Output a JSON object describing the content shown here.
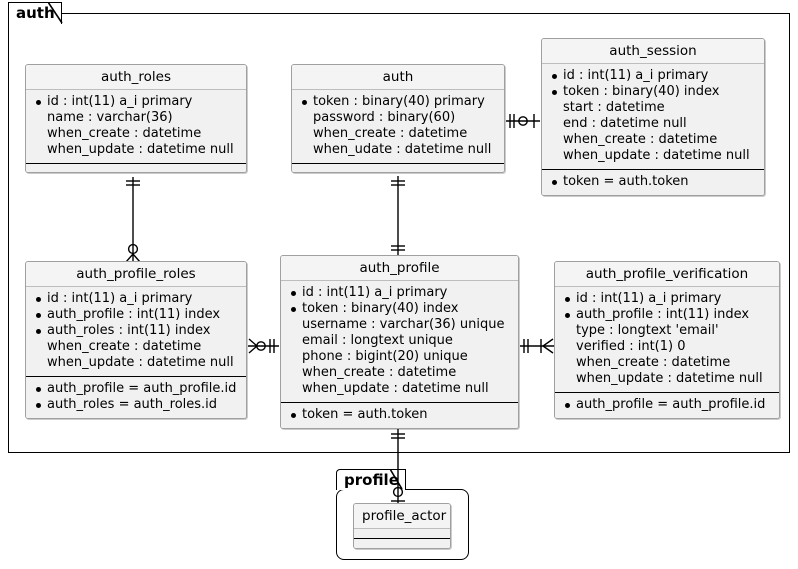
{
  "diagram": {
    "type": "entity-relationship-diagram",
    "packages": [
      {
        "id": "auth",
        "label": "auth"
      },
      {
        "id": "profile",
        "label": "profile"
      }
    ]
  },
  "entities": [
    {
      "id": "auth_roles",
      "title": "auth_roles",
      "compartments": [
        {
          "fields": [
            {
              "text": "id : int(11) a_i primary",
              "keyed": true
            },
            {
              "text": "name : varchar(36)",
              "keyed": false
            },
            {
              "text": "when_create : datetime",
              "keyed": false
            },
            {
              "text": "when_update : datetime null",
              "keyed": false
            }
          ]
        },
        {
          "fields": []
        }
      ]
    },
    {
      "id": "auth",
      "title": "auth",
      "compartments": [
        {
          "fields": [
            {
              "text": "token : binary(40) primary",
              "keyed": true
            },
            {
              "text": "password : binary(60)",
              "keyed": false
            },
            {
              "text": "when_create : datetime",
              "keyed": false
            },
            {
              "text": "when_udate : datetime null",
              "keyed": false
            }
          ]
        },
        {
          "fields": []
        }
      ]
    },
    {
      "id": "auth_session",
      "title": "auth_session",
      "compartments": [
        {
          "fields": [
            {
              "text": "id : int(11) a_i primary",
              "keyed": true
            },
            {
              "text": "token : binary(40) index",
              "keyed": true
            },
            {
              "text": "start : datetime",
              "keyed": false
            },
            {
              "text": "end : datetime null",
              "keyed": false
            },
            {
              "text": "when_create : datetime",
              "keyed": false
            },
            {
              "text": "when_update : datetime null",
              "keyed": false
            }
          ]
        },
        {
          "fields": [
            {
              "text": "token = auth.token",
              "keyed": true
            }
          ]
        }
      ]
    },
    {
      "id": "auth_profile_roles",
      "title": "auth_profile_roles",
      "compartments": [
        {
          "fields": [
            {
              "text": "id : int(11) a_i primary",
              "keyed": true
            },
            {
              "text": "auth_profile : int(11) index",
              "keyed": true
            },
            {
              "text": "auth_roles : int(11) index",
              "keyed": true
            },
            {
              "text": "when_create : datetime",
              "keyed": false
            },
            {
              "text": "when_update : datetime null",
              "keyed": false
            }
          ]
        },
        {
          "fields": [
            {
              "text": "auth_profile = auth_profile.id",
              "keyed": true
            },
            {
              "text": "auth_roles = auth_roles.id",
              "keyed": true
            }
          ]
        }
      ]
    },
    {
      "id": "auth_profile",
      "title": "auth_profile",
      "compartments": [
        {
          "fields": [
            {
              "text": "id : int(11) a_i primary",
              "keyed": true
            },
            {
              "text": "token : binary(40) index",
              "keyed": true
            },
            {
              "text": "username : varchar(36) unique",
              "keyed": false
            },
            {
              "text": "email : longtext unique",
              "keyed": false
            },
            {
              "text": "phone : bigint(20) unique",
              "keyed": false
            },
            {
              "text": "when_create : datetime",
              "keyed": false
            },
            {
              "text": "when_update : datetime null",
              "keyed": false
            }
          ]
        },
        {
          "fields": [
            {
              "text": "token = auth.token",
              "keyed": true
            }
          ]
        }
      ]
    },
    {
      "id": "auth_profile_verification",
      "title": "auth_profile_verification",
      "compartments": [
        {
          "fields": [
            {
              "text": "id : int(11) a_i primary",
              "keyed": true
            },
            {
              "text": "auth_profile : int(11) index",
              "keyed": true
            },
            {
              "text": "type : longtext 'email'",
              "keyed": false
            },
            {
              "text": "verified : int(1) 0",
              "keyed": false
            },
            {
              "text": "when_create : datetime",
              "keyed": false
            },
            {
              "text": "when_update : datetime null",
              "keyed": false
            }
          ]
        },
        {
          "fields": [
            {
              "text": "auth_profile = auth_profile.id",
              "keyed": true
            }
          ]
        }
      ]
    },
    {
      "id": "profile_actor",
      "title": "profile_actor",
      "compartments": [
        {
          "fields": []
        },
        {
          "fields": []
        }
      ]
    }
  ],
  "relationships": [
    {
      "from": "auth",
      "to": "auth_session",
      "from_card": "one",
      "to_card": "zero-or-one",
      "orientation": "horizontal"
    },
    {
      "from": "auth",
      "to": "auth_profile",
      "from_card": "one",
      "to_card": "one",
      "orientation": "vertical"
    },
    {
      "from": "auth_roles",
      "to": "auth_profile_roles",
      "from_card": "one",
      "to_card": "zero-or-many",
      "orientation": "vertical"
    },
    {
      "from": "auth_profile_roles",
      "to": "auth_profile",
      "from_card": "zero-or-many",
      "to_card": "one",
      "orientation": "horizontal"
    },
    {
      "from": "auth_profile",
      "to": "auth_profile_verification",
      "from_card": "one",
      "to_card": "many",
      "orientation": "horizontal"
    },
    {
      "from": "auth_profile",
      "to": "profile_actor",
      "from_card": "one",
      "to_card": "zero-or-one",
      "orientation": "vertical"
    }
  ],
  "colors": {
    "entity_fill": "#f1f1f1",
    "entity_border": "#a0a0a0",
    "line": "#000000",
    "background": "#ffffff"
  }
}
